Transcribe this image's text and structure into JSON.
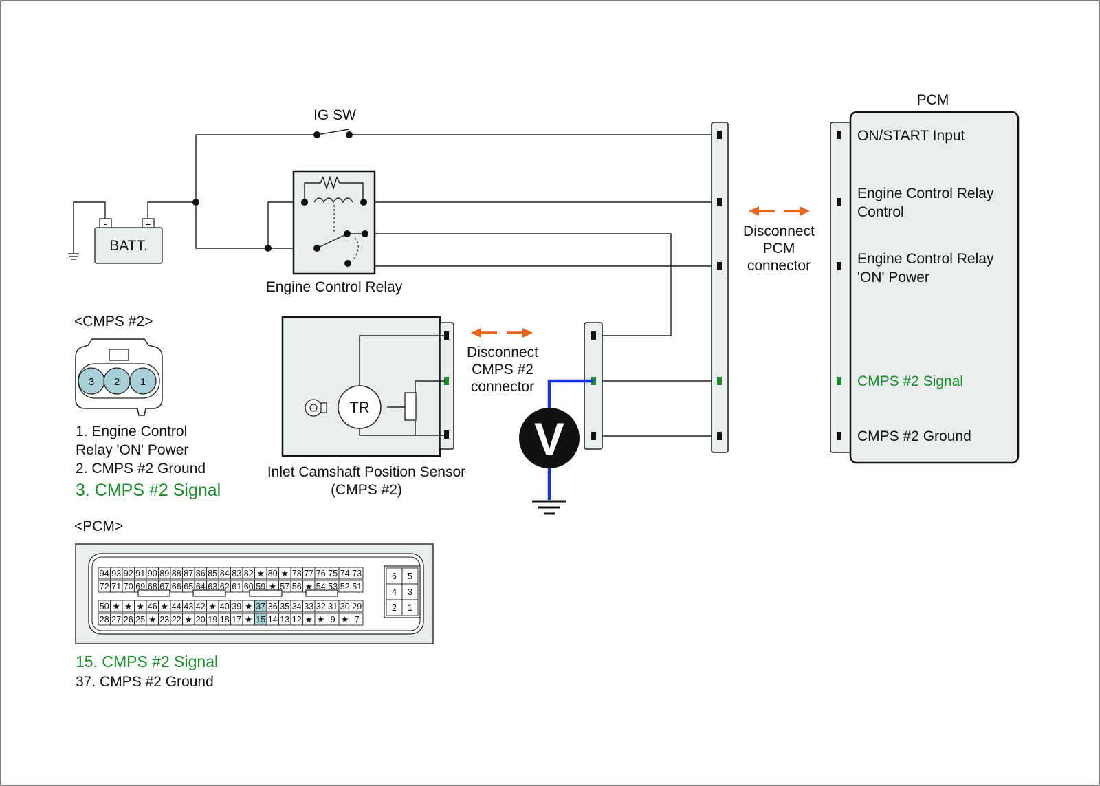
{
  "battery": {
    "label": "BATT.",
    "neg": "-",
    "pos": "+"
  },
  "ig_switch": {
    "label": "IG SW"
  },
  "relay": {
    "label": "Engine Control Relay"
  },
  "pcm_module": {
    "title": "PCM",
    "pins": [
      {
        "label_lines": [
          "ON/START Input"
        ],
        "highlight": false
      },
      {
        "label_lines": [
          "Engine Control Relay",
          "Control"
        ],
        "highlight": false
      },
      {
        "label_lines": [
          "Engine Control Relay",
          "'ON' Power"
        ],
        "highlight": false
      },
      {
        "label_lines": [
          "CMPS #2 Signal"
        ],
        "highlight": true
      },
      {
        "label_lines": [
          "CMPS #2 Ground"
        ],
        "highlight": false
      }
    ]
  },
  "disconnect_pcm": [
    "Disconnect",
    "PCM",
    "connector"
  ],
  "disconnect_cmps": [
    "Disconnect",
    "CMPS #2",
    "connector"
  ],
  "sensor": {
    "transistor": "TR",
    "label_lines": [
      "Inlet Camshaft Position Sensor",
      "(CMPS #2)"
    ]
  },
  "voltmeter": {
    "label": "V"
  },
  "cmps_connector": {
    "title": "<CMPS #2>",
    "pins": [
      "3",
      "2",
      "1"
    ],
    "legend": [
      {
        "text": "1. Engine Control",
        "highlight": false
      },
      {
        "text": "Relay 'ON' Power",
        "highlight": false
      },
      {
        "text": "2. CMPS #2 Ground",
        "highlight": false
      },
      {
        "text": "3. CMPS #2 Signal",
        "highlight": true
      }
    ]
  },
  "pcm_connector": {
    "title": "<PCM>",
    "rows": [
      [
        "94",
        "93",
        "92",
        "91",
        "90",
        "89",
        "88",
        "87",
        "86",
        "85",
        "84",
        "83",
        "82",
        "★",
        "80",
        "★",
        "78",
        "77",
        "76",
        "75",
        "74",
        "73"
      ],
      [
        "72",
        "71",
        "70",
        "69",
        "68",
        "67",
        "66",
        "65",
        "64",
        "63",
        "62",
        "61",
        "60",
        "59",
        "★",
        "57",
        "56",
        "★",
        "54",
        "53",
        "52",
        "51"
      ],
      [
        "50",
        "★",
        "★",
        "★",
        "46",
        "★",
        "44",
        "43",
        "42",
        "★",
        "40",
        "39",
        "★",
        "37",
        "36",
        "35",
        "34",
        "33",
        "32",
        "31",
        "30",
        "29"
      ],
      [
        "28",
        "27",
        "26",
        "25",
        "★",
        "23",
        "22",
        "★",
        "20",
        "19",
        "18",
        "17",
        "★",
        "15",
        "14",
        "13",
        "12",
        "★",
        "★",
        "9",
        "★",
        "7"
      ]
    ],
    "highlighted_pins": [
      "37",
      "15"
    ],
    "small_block": [
      [
        "6",
        "5"
      ],
      [
        "4",
        "3"
      ],
      [
        "2",
        "1"
      ]
    ],
    "legend": [
      {
        "text": "15. CMPS #2 Signal",
        "highlight": true
      },
      {
        "text": "37. CMPS #2 Ground",
        "highlight": false
      }
    ]
  },
  "colors": {
    "signal_green": "#1a8a2a",
    "arrow_orange": "#e8641b",
    "probe_blue": "#1530d8",
    "highlight_pin": "#a9cfd8",
    "module_fill": "#e8eeee"
  }
}
